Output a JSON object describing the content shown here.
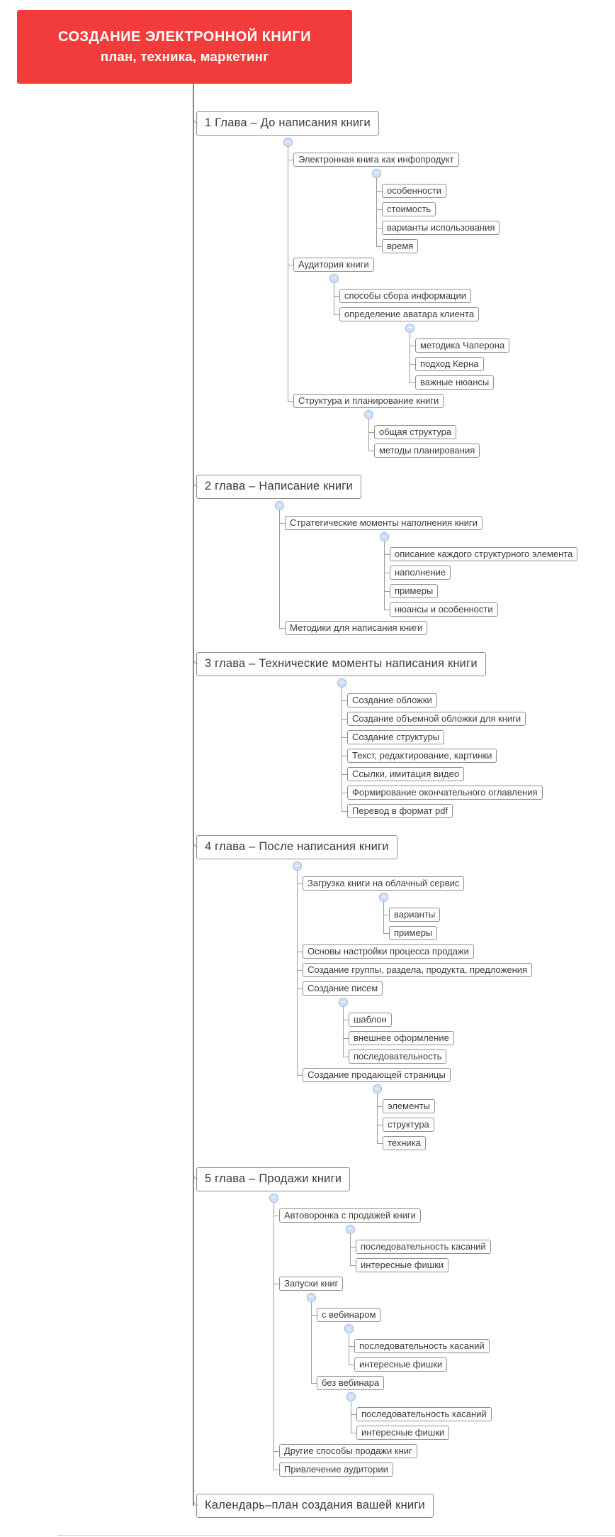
{
  "root": {
    "title": "СОЗДАНИЕ ЭЛЕКТРОННОЙ КНИГИ",
    "subtitle": "план, техника, маркетинг",
    "bg_color": "#f23c3c",
    "text_color": "#ffffff"
  },
  "icons": {
    "collapse": "−"
  },
  "colors": {
    "box_border": "#8e8e8e",
    "connector_line": "#9b9b9b",
    "main_trunk": "#848484",
    "collapse_circle_fill": "#cfe1f7",
    "collapse_circle_border": "#9db9dd",
    "node_text": "#3c3c3c"
  },
  "tree": [
    {
      "label": "1 Глава – До написания книги",
      "children": [
        {
          "label": "Электронная книга как инфопродукт",
          "children": [
            {
              "label": "особенности"
            },
            {
              "label": "стоимость"
            },
            {
              "label": "варианты использования"
            },
            {
              "label": "время"
            }
          ]
        },
        {
          "label": "Аудитория книги",
          "children": [
            {
              "label": "способы сбора информации"
            },
            {
              "label": "определение аватара клиента",
              "children": [
                {
                  "label": "методика Чаперона"
                },
                {
                  "label": "подход Керна"
                },
                {
                  "label": "важные нюансы"
                }
              ]
            }
          ]
        },
        {
          "label": "Структура и планирование книги",
          "children": [
            {
              "label": "общая структура"
            },
            {
              "label": "методы планирования"
            }
          ]
        }
      ]
    },
    {
      "label": "2 глава – Написание книги",
      "children": [
        {
          "label": "Стратегические моменты наполнения книги",
          "children": [
            {
              "label": "описание каждого структурного элемента"
            },
            {
              "label": "наполнение"
            },
            {
              "label": "примеры"
            },
            {
              "label": "нюансы и особенности"
            }
          ]
        },
        {
          "label": "Методики для написания книги"
        }
      ]
    },
    {
      "label": "3 глава – Технические моменты написания книги",
      "children": [
        {
          "label": "Создание обложки"
        },
        {
          "label": "Создание объемной обложки для книги"
        },
        {
          "label": "Создание структуры"
        },
        {
          "label": "Текст, редактирование, картинки"
        },
        {
          "label": "Ссылки, имитация видео"
        },
        {
          "label": "Формирование окончательного оглавления"
        },
        {
          "label": "Перевод в формат pdf"
        }
      ]
    },
    {
      "label": "4 глава – После написания книги",
      "children": [
        {
          "label": "Загрузка книги на облачный сервис",
          "children": [
            {
              "label": "варианты"
            },
            {
              "label": "примеры"
            }
          ]
        },
        {
          "label": "Основы настройки процесса продажи"
        },
        {
          "label": "Создание группы, раздела, продукта, предложения"
        },
        {
          "label": "Создание писем",
          "children": [
            {
              "label": "шаблон"
            },
            {
              "label": "внешнее оформление"
            },
            {
              "label": "последовательность"
            }
          ]
        },
        {
          "label": "Создание продающей страницы",
          "children": [
            {
              "label": "элементы"
            },
            {
              "label": "структура"
            },
            {
              "label": "техника"
            }
          ]
        }
      ]
    },
    {
      "label": "5 глава – Продажи книги",
      "children": [
        {
          "label": "Автоворонка с продажей книги",
          "children": [
            {
              "label": "последовательность касаний"
            },
            {
              "label": "интересные фишки"
            }
          ]
        },
        {
          "label": "Запуски книг",
          "children": [
            {
              "label": "с вебинаром",
              "children": [
                {
                  "label": "последовательность касаний"
                },
                {
                  "label": "интересные фишки"
                }
              ]
            },
            {
              "label": "без вебинара",
              "children": [
                {
                  "label": "последовательность касаний"
                },
                {
                  "label": "интересные фишки"
                }
              ]
            }
          ]
        },
        {
          "label": "Другие способы продажи книг"
        },
        {
          "label": "Привлечение аудитории"
        }
      ]
    },
    {
      "label": "Календарь–план создания вашей книги"
    }
  ]
}
